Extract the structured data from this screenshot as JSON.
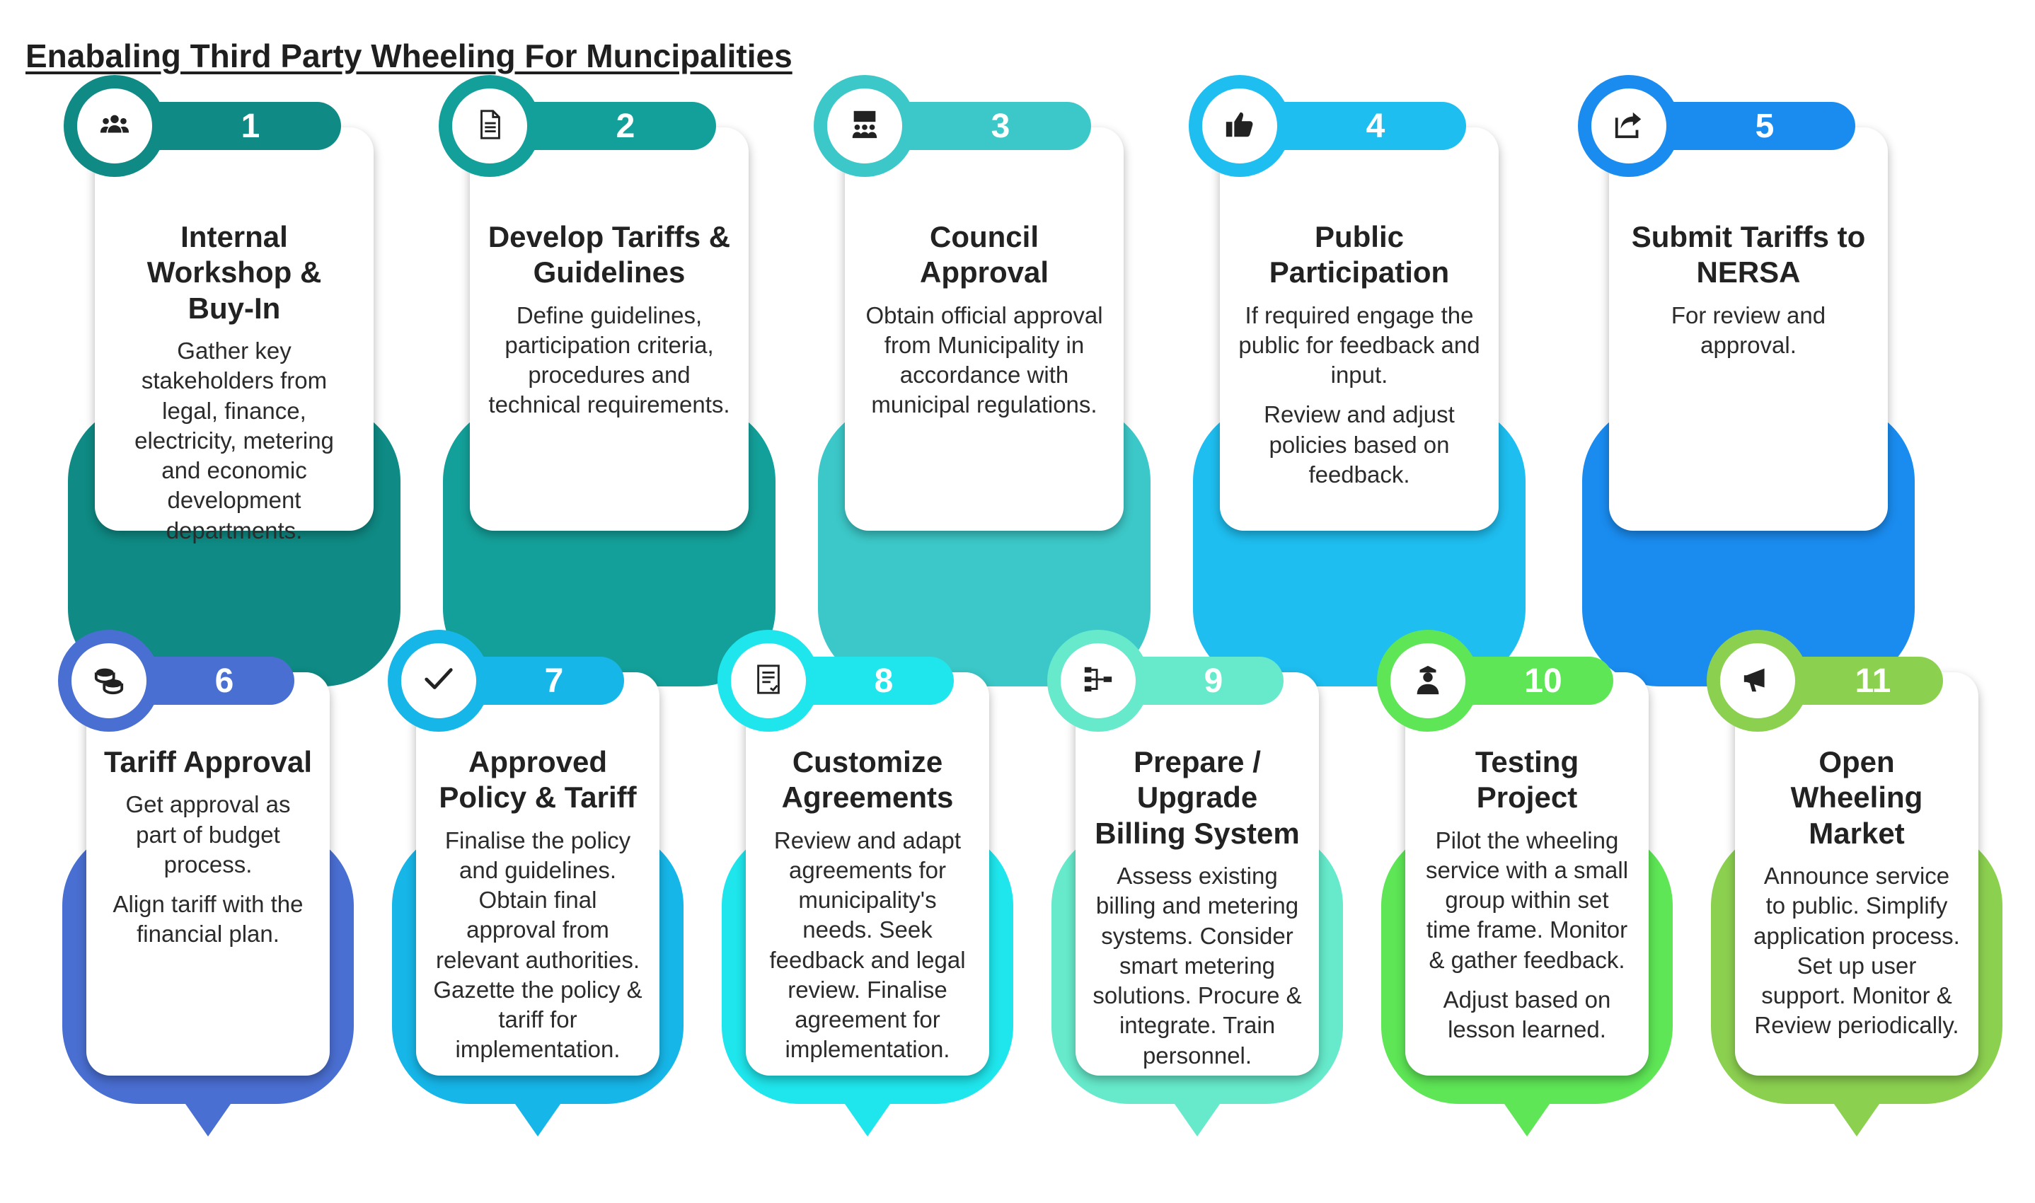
{
  "title": "Enabaling Third Party Wheeling For Muncipalities",
  "steps": [
    {
      "number": "1",
      "title": "Internal Workshop & Buy-In",
      "desc": [
        "Gather key stakeholders from legal, finance, electricity, metering and economic development departments."
      ],
      "color": "#0f8a84",
      "icon": "people-icon"
    },
    {
      "number": "2",
      "title": "Develop Tariffs & Guidelines",
      "desc": [
        "Define guidelines, participation criteria, procedures and technical requirements."
      ],
      "color": "#14a09a",
      "icon": "document-icon"
    },
    {
      "number": "3",
      "title": "Council Approval",
      "desc": [
        "Obtain official approval from Municipality in accordance with municipal regulations."
      ],
      "color": "#3cc8c8",
      "icon": "council-meeting-icon"
    },
    {
      "number": "4",
      "title": "Public Participation",
      "desc": [
        "If required engage the public for feedback and input.",
        "Review and adjust policies based on feedback."
      ],
      "color": "#1ebef0",
      "icon": "thumbs-up-icon"
    },
    {
      "number": "5",
      "title": "Submit Tariffs to NERSA",
      "desc": [
        "For review and approval."
      ],
      "color": "#1a8cf0",
      "icon": "share-icon"
    },
    {
      "number": "6",
      "title": "Tariff Approval",
      "desc": [
        "Get approval as part of budget process.",
        "Align tariff with the financial plan."
      ],
      "color": "#4a6fd2",
      "icon": "coins-icon"
    },
    {
      "number": "7",
      "title": "Approved Policy & Tariff",
      "desc": [
        "Finalise the policy and guidelines. Obtain final approval from relevant authorities. Gazette the policy & tariff for implementation."
      ],
      "color": "#16b6e8",
      "icon": "checkmark-icon"
    },
    {
      "number": "8",
      "title": "Customize Agreements",
      "desc": [
        "Review and adapt agreements for municipality's needs. Seek feedback and legal review. Finalise agreement for implementation."
      ],
      "color": "#1ee6ec",
      "icon": "agreement-icon"
    },
    {
      "number": "9",
      "title": "Prepare / Upgrade Billing System",
      "desc": [
        "Assess existing billing and metering systems. Consider smart metering solutions. Procure & integrate. Train personnel."
      ],
      "color": "#66eacb",
      "icon": "flowchart-icon"
    },
    {
      "number": "10",
      "title": "Testing Project",
      "desc": [
        "Pilot the wheeling service with a small group within set time frame. Monitor & gather feedback.",
        "Adjust based on lesson learned."
      ],
      "color": "#5ee656",
      "icon": "officer-icon"
    },
    {
      "number": "11",
      "title": "Open Wheeling Market",
      "desc": [
        "Announce service to public. Simplify application process. Set up user support. Monitor & Review periodically."
      ],
      "color": "#8cd050",
      "icon": "announcement-icon"
    }
  ]
}
